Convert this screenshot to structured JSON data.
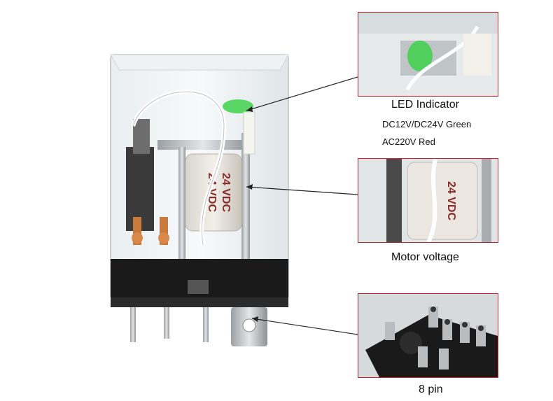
{
  "callouts": {
    "led": {
      "title": "LED Indicator",
      "line1": "DC12V/DC24V Green",
      "line2": "AC220V Red"
    },
    "coil": {
      "title": "Motor voltage"
    },
    "pins": {
      "title": "8 pin"
    }
  },
  "relay_coil_text": "24 VDC",
  "colors": {
    "frame_border": "#c8202a",
    "led_green": "#3fd14a",
    "base_black": "#1a1a1a",
    "copper": "#c87a3c"
  }
}
